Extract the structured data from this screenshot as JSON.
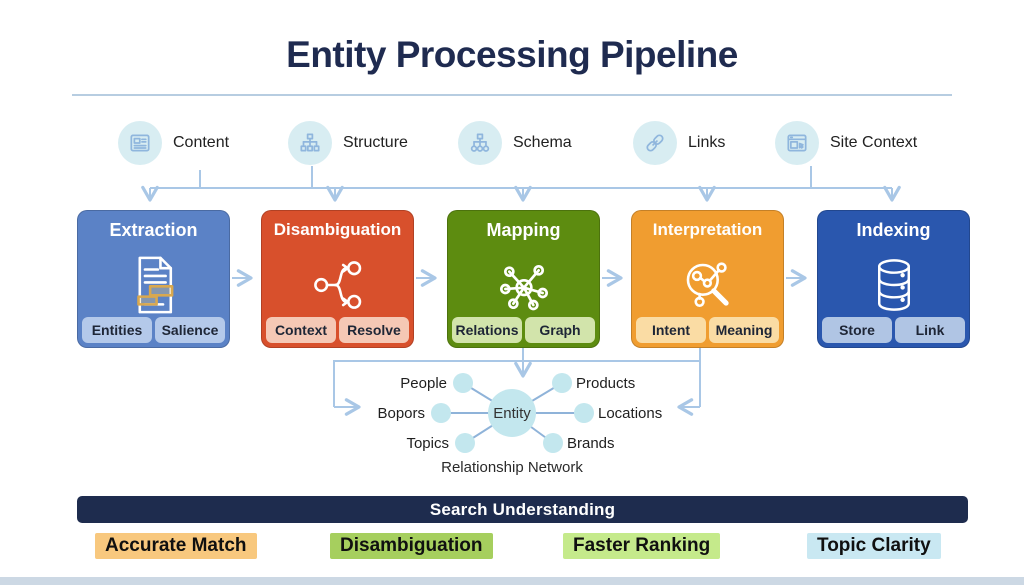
{
  "title": "Entity Processing Pipeline",
  "sources": {
    "icon_bg": "#d8edf2",
    "items": [
      {
        "label": "Content",
        "icon": "content-icon"
      },
      {
        "label": "Structure",
        "icon": "structure-icon"
      },
      {
        "label": "Schema",
        "icon": "schema-icon"
      },
      {
        "label": "Links",
        "icon": "links-icon"
      },
      {
        "label": "Site Context",
        "icon": "site-context-icon"
      }
    ]
  },
  "stages": [
    {
      "title": "Extraction",
      "tags": [
        "Entities",
        "Salience"
      ],
      "color": "#5b82c6",
      "chip_color": "#b4c9ea",
      "icon": "document-highlight-icon"
    },
    {
      "title": "Disambiguation",
      "tags": [
        "Context",
        "Resolve"
      ],
      "color": "#d8502c",
      "chip_color": "#f5c8b5",
      "icon": "branch-split-icon"
    },
    {
      "title": "Mapping",
      "tags": [
        "Relations",
        "Graph"
      ],
      "color": "#5d8c10",
      "chip_color": "#d2e4ab",
      "icon": "network-hub-icon"
    },
    {
      "title": "Interpretation",
      "tags": [
        "Intent",
        "Meaning"
      ],
      "color": "#f09d30",
      "chip_color": "#fadca4",
      "icon": "magnifier-nodes-icon"
    },
    {
      "title": "Indexing",
      "tags": [
        "Store",
        "Link"
      ],
      "color": "#2a57ae",
      "chip_color": "#b0c5e4",
      "icon": "database-icon"
    }
  ],
  "network": {
    "center_label": "Entity",
    "caption": "Relationship Network",
    "node_color": "#c3e7ee",
    "nodes": [
      {
        "label": "People"
      },
      {
        "label": "Products"
      },
      {
        "label": "Bopors"
      },
      {
        "label": "Locations"
      },
      {
        "label": "Topics"
      },
      {
        "label": "Brands"
      }
    ]
  },
  "banner": {
    "label": "Search Understanding",
    "color": "#1e2c4e"
  },
  "benefits": [
    {
      "label": "Accurate Match",
      "color": "#f8c87e"
    },
    {
      "label": "Disambiguation",
      "color": "#a6cf5e"
    },
    {
      "label": "Faster Ranking",
      "color": "#c5ea8b"
    },
    {
      "label": "Topic Clarity",
      "color": "#c9e8f2"
    }
  ],
  "connector_color": "#a9c7e6"
}
